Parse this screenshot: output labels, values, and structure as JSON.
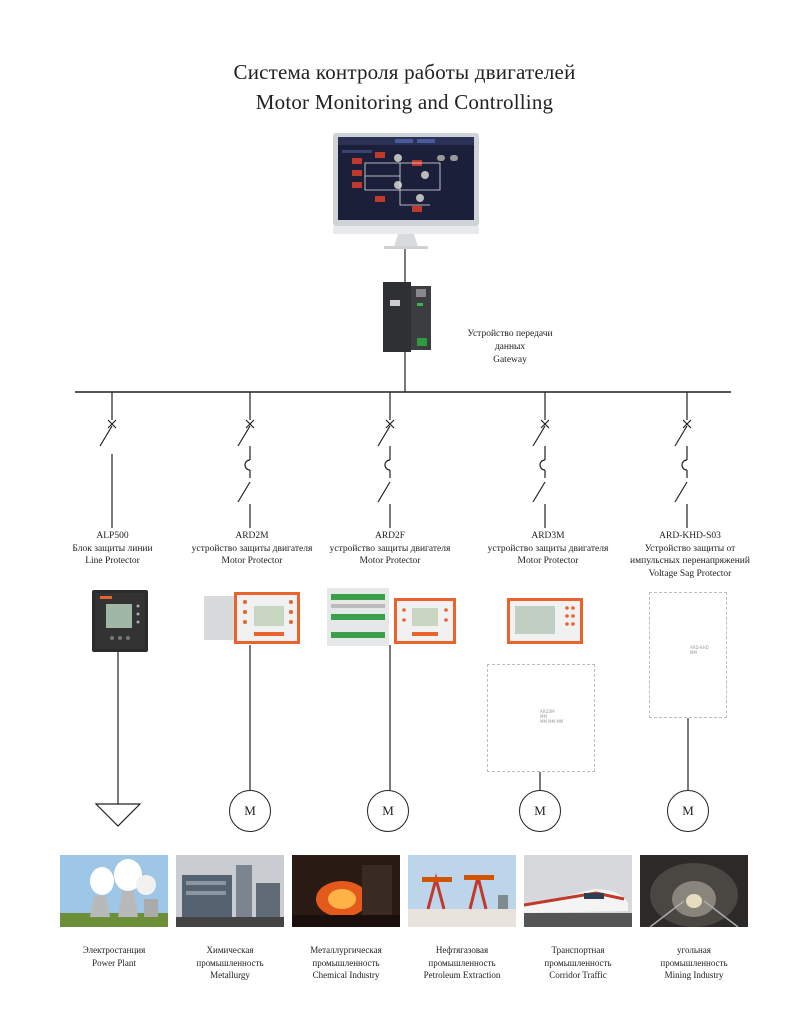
{
  "title_ru": "Система контроля работы двигателей",
  "title_en": "Motor Monitoring and Controlling",
  "gateway": {
    "ru": "Устройство передачи данных",
    "en": "Gateway"
  },
  "branches": [
    {
      "model": "ALP500",
      "ru": "Блок защиты линии",
      "en": "Line Protector",
      "load": "ground"
    },
    {
      "model": "ARD2M",
      "ru": "устройство защиты двигателя",
      "en": "Motor Protector",
      "load": "motor"
    },
    {
      "model": "ARD2F",
      "ru": "устройство защиты двигателя",
      "en": "Motor Protector",
      "load": "motor"
    },
    {
      "model": "ARD3M",
      "ru": "устройство защиты двигателя",
      "en": "Motor Protector",
      "load": "motor"
    },
    {
      "model": "ARD-KHD-S03",
      "ru": "Устройство защиты от",
      "ru2": "импульсных перенапряжений",
      "en": "Voltage Sag Protector",
      "load": "motor"
    }
  ],
  "motor_symbol": "M",
  "placeholders": {
    "ard3m": [
      "ARD3M",
      "MM",
      "MM MM MM"
    ],
    "khd": [
      "ARD-KHD",
      "MM"
    ]
  },
  "industries": [
    {
      "ru": "Электростанция",
      "en": "Power Plant"
    },
    {
      "ru": "Химическая",
      "ru2": "промышленность",
      "en": "Metallurgy"
    },
    {
      "ru": "Металлургическая",
      "ru2": "промышленность",
      "en": "Chemical Industry"
    },
    {
      "ru": "Нефтягазовая",
      "ru2": "промышленность",
      "en": "Petroleum Extraction"
    },
    {
      "ru": "Транспортная",
      "ru2": "промышленность",
      "en": "Corridor Traffic"
    },
    {
      "ru": "угольная",
      "ru2": "промышленность",
      "en": "Mining Industry"
    }
  ],
  "colors": {
    "line": "#222222",
    "monitor_screen": "#1b1f3a",
    "device_orange": "#e8642c",
    "meter_body": "#2b2b2b"
  }
}
